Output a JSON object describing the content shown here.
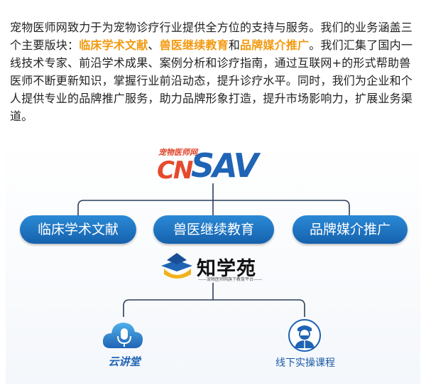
{
  "intro": {
    "p1": "宠物医师网致力于为宠物诊疗行业提供全方位的支持与服务。我们的业务涵盖三个主要版块：",
    "h1": "临床学术文献",
    "sep1": "、",
    "h2": "兽医继续教育",
    "sep2": "和",
    "h3": "品牌媒介推广",
    "p2": "。我们汇集了国内一线技术专家、前沿学术成果、案例分析和诊疗指南，通过互联网+的形式帮助兽医师不断更新知识，掌握行业前沿动态，提升诊疗水平。同时，我们为企业和个人提供专业的品牌推广服务，助力品牌形象打造，提升市场影响力，扩展业务渠道。"
  },
  "logo": {
    "small": "宠物医师网",
    "cn": "CN",
    "sav": "SAV"
  },
  "branches": [
    {
      "label": "临床学术文献"
    },
    {
      "label": "兽医继续教育"
    },
    {
      "label": "品牌媒介推广"
    }
  ],
  "zhixueyuan": {
    "title": "知学苑",
    "subtitle": "——宠物医师网旗下教育平台——"
  },
  "sub_branches": [
    {
      "label": "云讲堂",
      "icon": "cloud-microphone-icon"
    },
    {
      "label": "线下实操课程",
      "icon": "doctor-icon"
    }
  ],
  "colors": {
    "accent_orange": "#f29a10",
    "brand_blue": "#1f64b5",
    "brand_red": "#e64a2e"
  }
}
